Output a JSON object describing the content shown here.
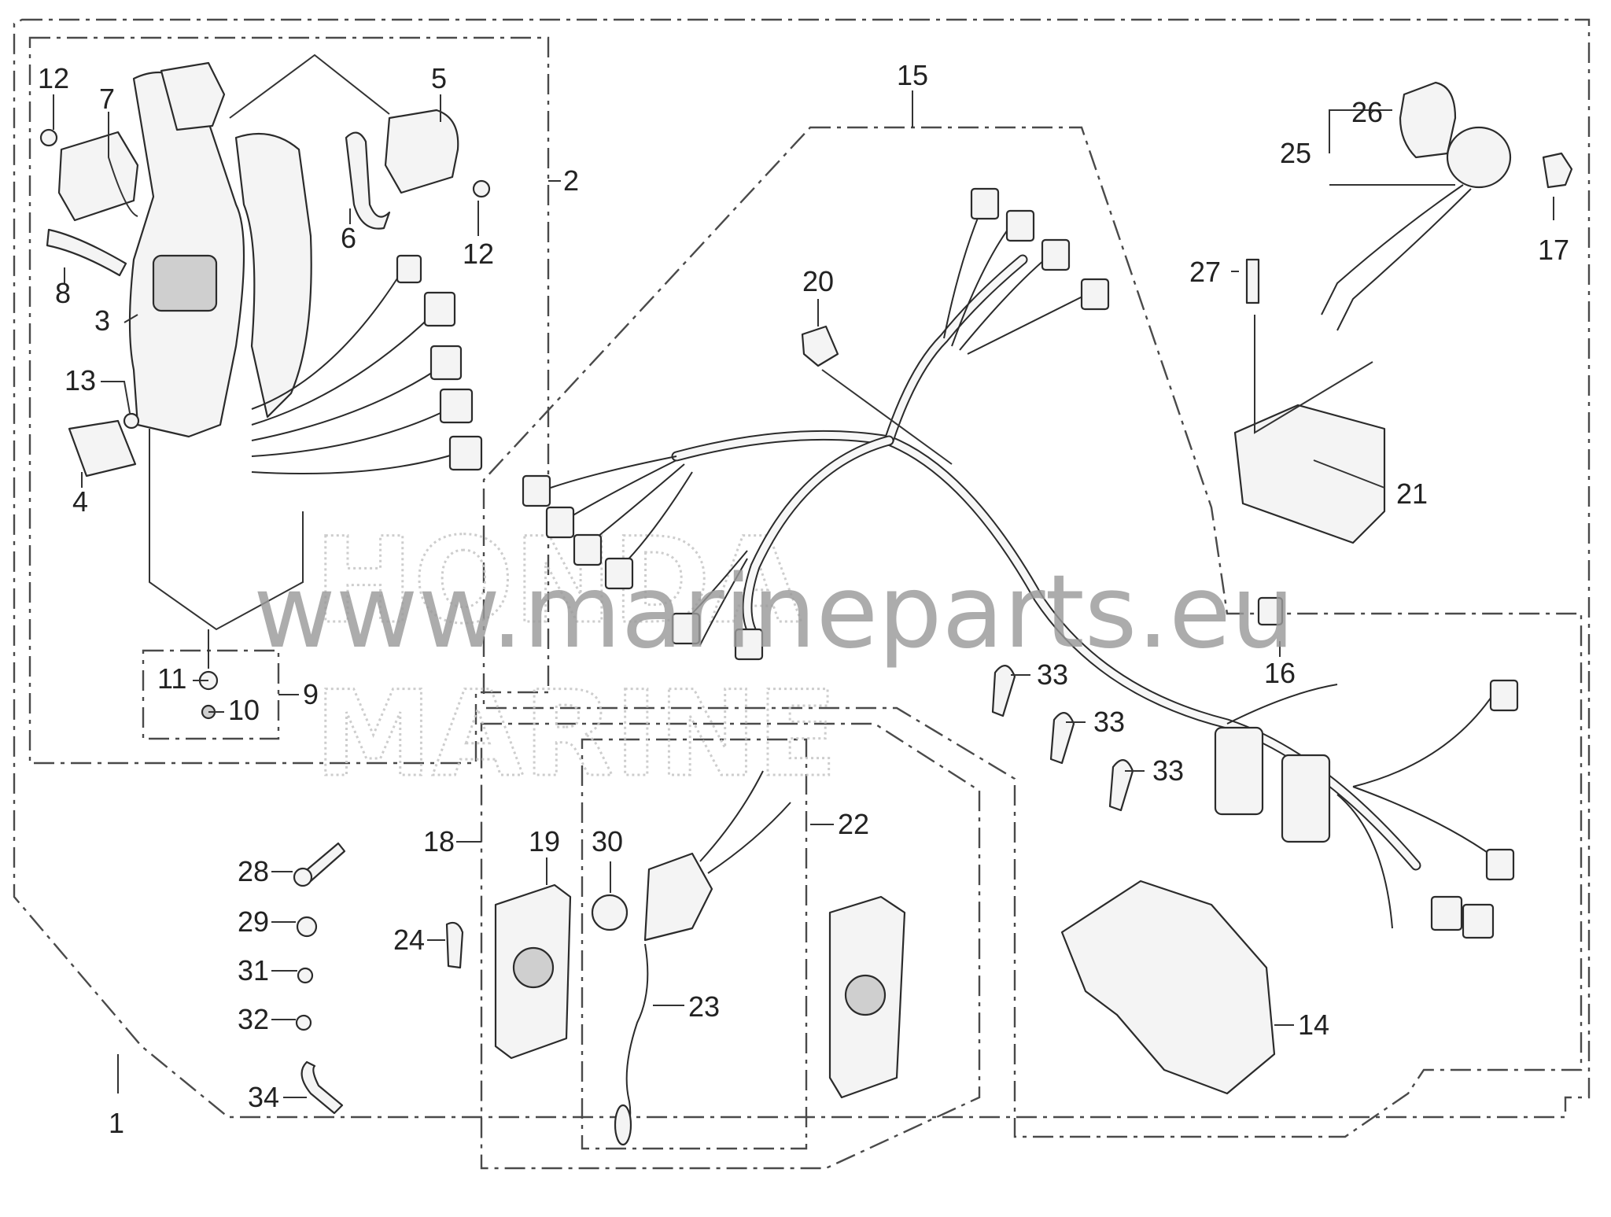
{
  "watermark": {
    "url": "www.marineparts.eu",
    "brand_line1": "HONDA",
    "brand_line2": "MARINE"
  },
  "callouts": {
    "c1": "1",
    "c2": "2",
    "c3": "3",
    "c4": "4",
    "c5": "5",
    "c6": "6",
    "c7": "7",
    "c8": "8",
    "c9": "9",
    "c10": "10",
    "c11": "11",
    "c12a": "12",
    "c12b": "12",
    "c13": "13",
    "c14": "14",
    "c15": "15",
    "c16": "16",
    "c17": "17",
    "c18": "18",
    "c19": "19",
    "c20": "20",
    "c21": "21",
    "c22": "22",
    "c23": "23",
    "c24": "24",
    "c25": "25",
    "c26": "26",
    "c27": "27",
    "c28": "28",
    "c29": "29",
    "c30": "30",
    "c31": "31",
    "c32": "32",
    "c33a": "33",
    "c33b": "33",
    "c33c": "33",
    "c34": "34"
  },
  "colors": {
    "line": "#2b2b2b",
    "watermark": "#9a9a9a",
    "background": "#ffffff"
  }
}
